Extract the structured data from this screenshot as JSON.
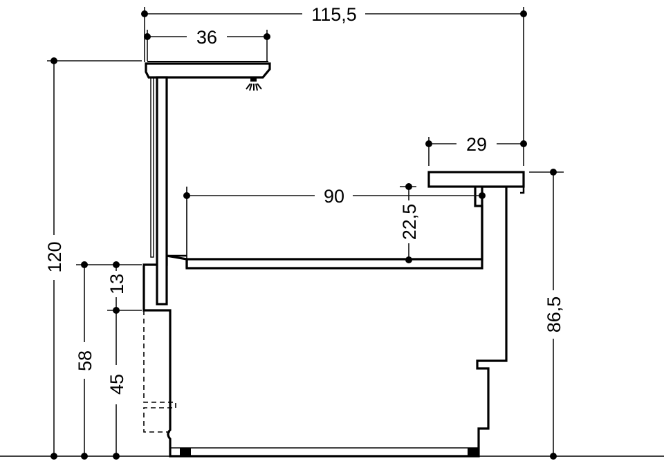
{
  "title": "Counter cross-section with overhead canopy",
  "dimensions": {
    "total_width": "115,5",
    "canopy_depth": "36",
    "total_height": "120",
    "front_height": "58",
    "step_13": "13",
    "plinth_45": "45",
    "well_width": "90",
    "well_depth": "22,5",
    "worktop_depth": "29",
    "worktop_height": "86,5"
  },
  "colors": {
    "line": "#000000",
    "background": "#ffffff"
  }
}
